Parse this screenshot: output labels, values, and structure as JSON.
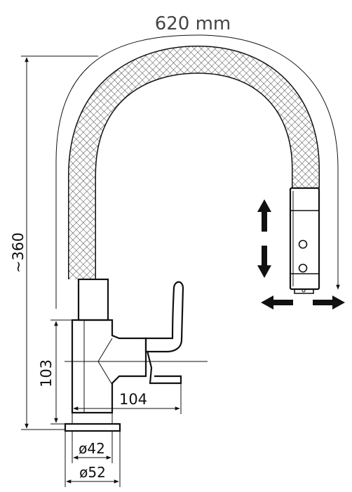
{
  "dimensions": {
    "arc_length": "620  mm",
    "height": "~360",
    "base_height": "103",
    "lever_reach": "104",
    "inner_diameter": "ø42",
    "outer_diameter": "ø52"
  },
  "colors": {
    "line": "#111111",
    "mesh": "#333333",
    "background": "#ffffff"
  },
  "icons": {
    "vertical_arrows": "up-down-arrows-icon",
    "horizontal_arrows": "left-right-arrows-icon"
  }
}
